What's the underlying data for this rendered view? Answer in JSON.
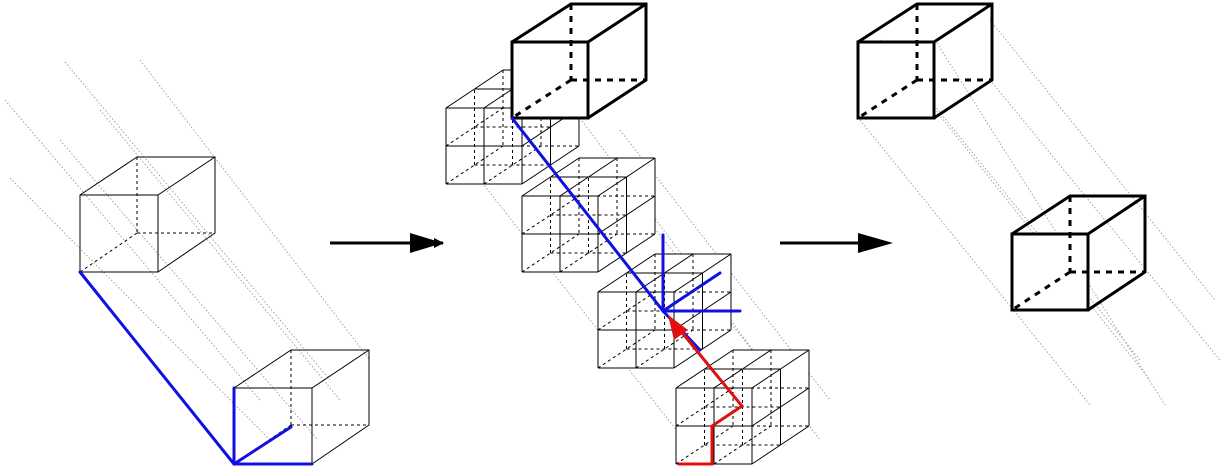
{
  "colors": {
    "background": "#ffffff",
    "edges": "#000000",
    "guide_lines": "#9a9a9a",
    "blue_path": "#1010e0",
    "red_path": "#e01010"
  },
  "panels": [
    {
      "id": "left",
      "description_shown": false
    },
    {
      "id": "middle",
      "description_shown": false
    },
    {
      "id": "right",
      "description_shown": false
    }
  ]
}
